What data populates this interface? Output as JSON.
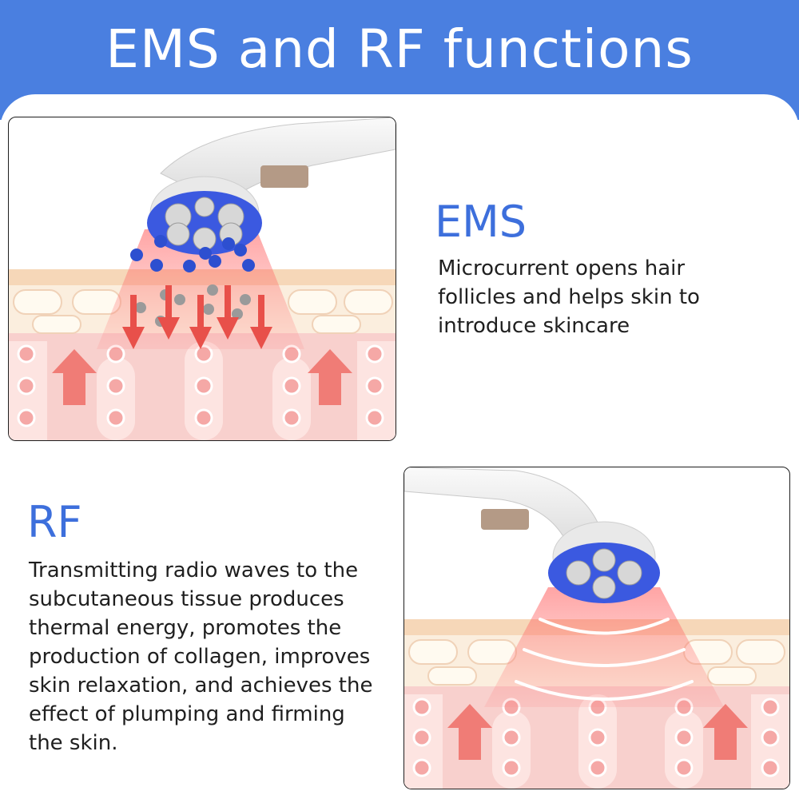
{
  "title": "EMS and RF functions",
  "ems": {
    "heading": "EMS",
    "lines": [
      "Microcurrent opens hair",
      "follicles and helps skin to",
      "introduce skincare"
    ]
  },
  "rf": {
    "heading": "RF",
    "lines": [
      "Transmitting radio waves to the",
      "subcutaneous tissue produces",
      "thermal energy, promotes the",
      "production of collagen, improves",
      "skin relaxation, and achieves the",
      "effect of plumping and firming",
      "the skin."
    ]
  },
  "colors": {
    "banner": "#4a7fe0",
    "heading": "#3d6fdc",
    "skin": "#f7c9c6",
    "arrow": "#e8504a",
    "led": "#3b59e0"
  }
}
